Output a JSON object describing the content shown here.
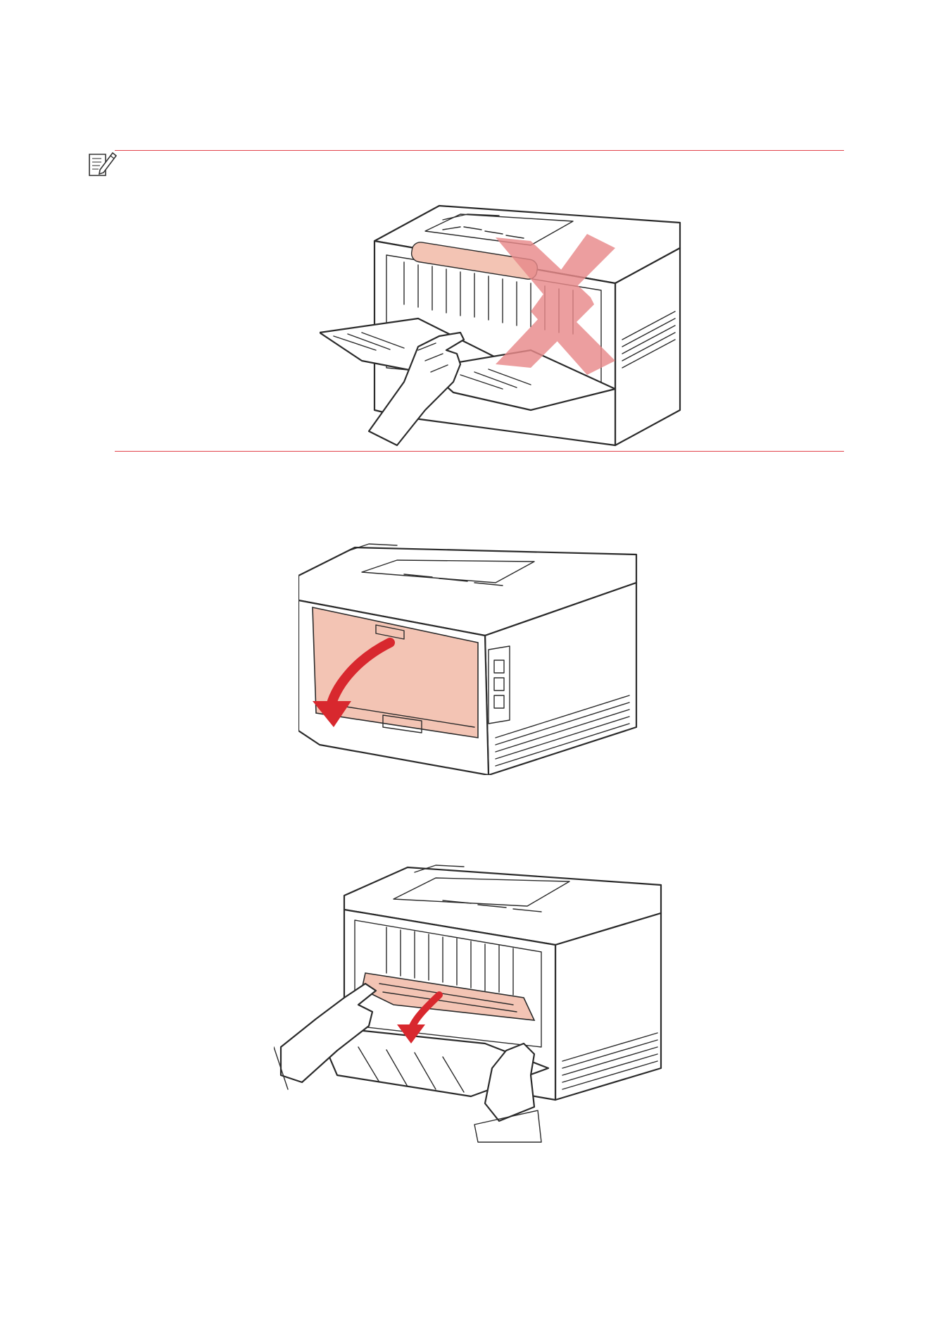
{
  "colors": {
    "rule": "#e2434b",
    "highlight": "#f3c4b4",
    "arrow": "#d8282e",
    "cross": "#e8898a",
    "outline": "#2b2b2b"
  },
  "note": {
    "icon": "note-pencil-icon"
  },
  "figures": [
    {
      "icon": "printer-rear-fuser-no-touch-illustration",
      "highlight": "fuser-roller",
      "mark": "cross"
    },
    {
      "icon": "printer-rear-cover-open-illustration",
      "highlight": "rear-cover",
      "mark": "down-arrow"
    },
    {
      "icon": "printer-duplex-unit-removal-illustration",
      "highlight": "duplex-unit",
      "mark": "down-arrow"
    }
  ]
}
